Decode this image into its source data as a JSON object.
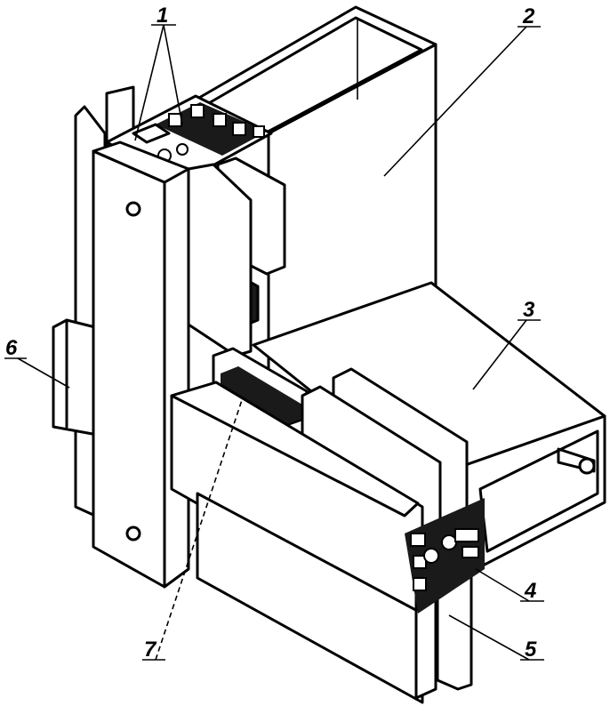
{
  "diagram": {
    "labels": [
      {
        "id": "1",
        "text": "1"
      },
      {
        "id": "2",
        "text": "2"
      },
      {
        "id": "3",
        "text": "3"
      },
      {
        "id": "4",
        "text": "4"
      },
      {
        "id": "5",
        "text": "5"
      },
      {
        "id": "6",
        "text": "6"
      },
      {
        "id": "7",
        "text": "7"
      }
    ],
    "colors": {
      "line": "#000000",
      "fill": "#ffffff",
      "dark": "#1a1a1a"
    }
  }
}
